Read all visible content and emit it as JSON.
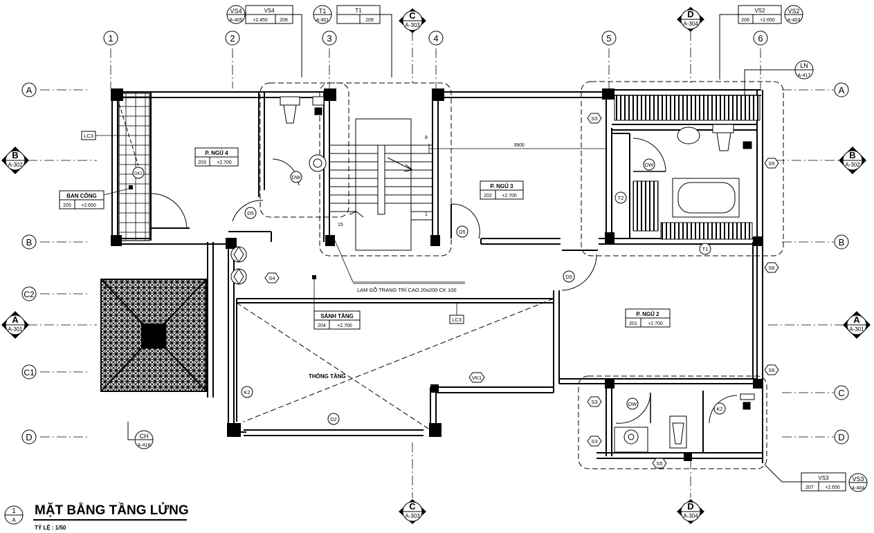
{
  "drawing": {
    "title": "MẶT BẰNG TẦNG LỬNG",
    "scale_label": "TỶ LỆ :",
    "scale_value": "1/50",
    "title_marker": {
      "top": "1",
      "bottom": "A"
    }
  },
  "grid_columns": [
    "1",
    "2",
    "3",
    "4",
    "5",
    "6"
  ],
  "grid_rows": [
    "A",
    "B",
    "C2",
    "C1",
    "C",
    "D"
  ],
  "section_marks": {
    "B": {
      "letter": "B",
      "sheet": "A-302"
    },
    "A": {
      "letter": "A",
      "sheet": "A-301"
    },
    "C": {
      "letter": "C",
      "sheet": "A-303"
    },
    "D": {
      "letter": "D",
      "sheet": "A-304"
    }
  },
  "callouts": {
    "vs4": {
      "tag": "VS4",
      "sheet": "A-405",
      "name": "VS4",
      "level": "+2.450",
      "code": "208"
    },
    "t1": {
      "tag": "T1",
      "sheet": "A-401",
      "name": "T1",
      "code": "209"
    },
    "vs2": {
      "tag": "VS2",
      "sheet": "A-403",
      "name": "VS2",
      "code": "206",
      "level": "+2.650"
    },
    "vs3": {
      "tag": "VS3",
      "sheet": "A-404",
      "name": "VS3",
      "code": "207",
      "level": "+2.650"
    },
    "ln": {
      "tag": "LN",
      "sheet": "A-417"
    },
    "ch": {
      "tag": "CH",
      "sheet": "A-416"
    }
  },
  "rooms": {
    "ban_cong": {
      "name": "BAN CÔNG",
      "code": "205",
      "level": "+2.650"
    },
    "p_ngu_4": {
      "name": "P. NGỦ 4",
      "code": "203",
      "level": "+2.700"
    },
    "p_ngu_3": {
      "name": "P. NGỦ 3",
      "code": "202",
      "level": "+2.700"
    },
    "p_ngu_2": {
      "name": "P. NGỦ 2",
      "code": "201",
      "level": "+2.700"
    },
    "sanh_tang": {
      "name": "SẢNH TẦNG",
      "code": "204",
      "level": "+2.700"
    }
  },
  "labels": {
    "thong_tang": "THÔNG TẦNG",
    "lam_go": "LAM GỖ TRANG TRÍ CAO 20x200 CK 100",
    "dim_3900": "3900",
    "step_8": "8",
    "step_15": "15",
    "step_1": "1"
  },
  "tags": {
    "lc3_a": "LC3",
    "lc3_b": "LC3",
    "d5_a": "D5",
    "d5_b": "D5",
    "d5_c": "D5",
    "s4": "S4",
    "s3_a": "S3",
    "s3_b": "S3",
    "s3_c": "S3",
    "s5_a": "S5",
    "s5_b": "S5",
    "s6_a": "S6",
    "s6_b": "S6",
    "dw_a": "DW",
    "dw_b": "DW",
    "dw_c": "DW",
    "t2": "T2",
    "t1": "T1",
    "k2_a": "K2",
    "k2_b": "K2",
    "vk1": "VK1",
    "d2": "D2",
    "dk2": "DK2"
  }
}
